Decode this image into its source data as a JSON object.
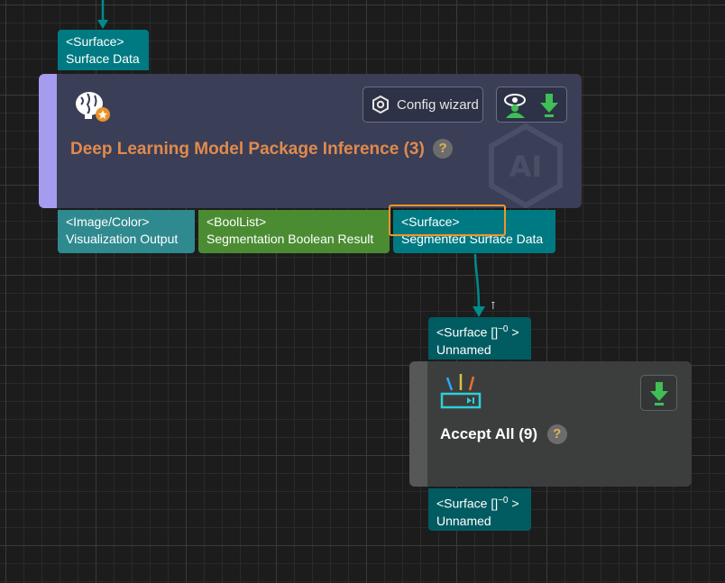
{
  "colors": {
    "canvas_bg": "#1c1c1c",
    "node1_bg": "#3a3e56",
    "node1_stripe": "#a59cf0",
    "node1_title": "#e08a4e",
    "node2_bg": "#3c3e3e",
    "port_teal": "#007a82",
    "port_green": "#4b8c32",
    "connector": "#008b8f",
    "highlight": "#f2952a"
  },
  "node1": {
    "input_port": {
      "type": "<Surface>",
      "name": "Surface Data"
    },
    "title": "Deep Learning Model Package Inference (3)",
    "help": "?",
    "config_wizard_label": "Config wizard",
    "icons": [
      "brain-gear-icon",
      "gear-hex-icon",
      "eye-person-icon",
      "download-icon",
      "ai-watermark-icon"
    ],
    "output_ports": [
      {
        "type": "<Image/Color>",
        "name": "Visualization Output"
      },
      {
        "type": "<BoolList>",
        "name": "Segmentation Boolean Result"
      },
      {
        "type": "<Surface>",
        "name": "Segmented Surface Data"
      }
    ]
  },
  "connector": {
    "marker": "⊺"
  },
  "node2": {
    "input_port": {
      "type": "<Surface []",
      "sup": "−0",
      "close": " >",
      "name": "Unnamed"
    },
    "title": "Accept All (9)",
    "help": "?",
    "icons": [
      "filter-device-icon",
      "download-icon"
    ],
    "output_port": {
      "type": "<Surface []",
      "sup": "−0",
      "close": " >",
      "name": "Unnamed"
    }
  }
}
